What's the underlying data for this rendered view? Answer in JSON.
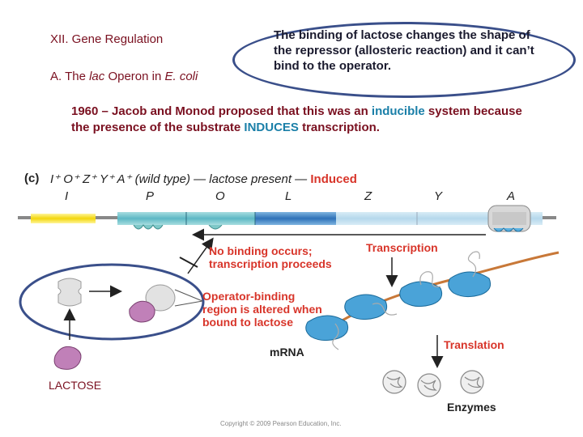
{
  "slide": {
    "heading": "XII. Gene Regulation",
    "subheading_prefix": "A.  The ",
    "subheading_lac": "lac",
    "subheading_mid": " Operon in ",
    "subheading_ecoli": "E. coli",
    "callout": "The binding of lactose changes the shape of the repressor (allosteric reaction) and it can’t bind to the operator.",
    "body_part1": "1960 – Jacob and Monod proposed that this was an ",
    "body_inducible": "inducible",
    "body_part2": " system because the presence of the substrate ",
    "body_induces": "INDUCES",
    "body_part3": " transcription.",
    "lactose_label": "LACTOSE",
    "copyright": "Copyright © 2009 Pearson Education, Inc."
  },
  "figure": {
    "panel": "(c)",
    "genotype": "I⁺ O⁺ Z⁺ Y⁺ A⁺ (wild type) — lactose present —",
    "induced": "Induced",
    "genes": [
      "I",
      "P",
      "O",
      "L",
      "Z",
      "Y",
      "A"
    ],
    "no_binding_line1": "No binding occurs;",
    "no_binding_line2": "transcription proceeds",
    "transcription": "Transcription",
    "operator_line1": "Operator-binding",
    "operator_line2": "region is altered when",
    "operator_line3": "bound to lactose",
    "mrna": "mRNA",
    "translation": "Translation",
    "enzymes": "Enzymes"
  },
  "colors": {
    "title": "#7a1020",
    "accent_teal": "#1a7fa8",
    "label_red": "#d8352a",
    "callout_border": "#3a4f8a"
  }
}
